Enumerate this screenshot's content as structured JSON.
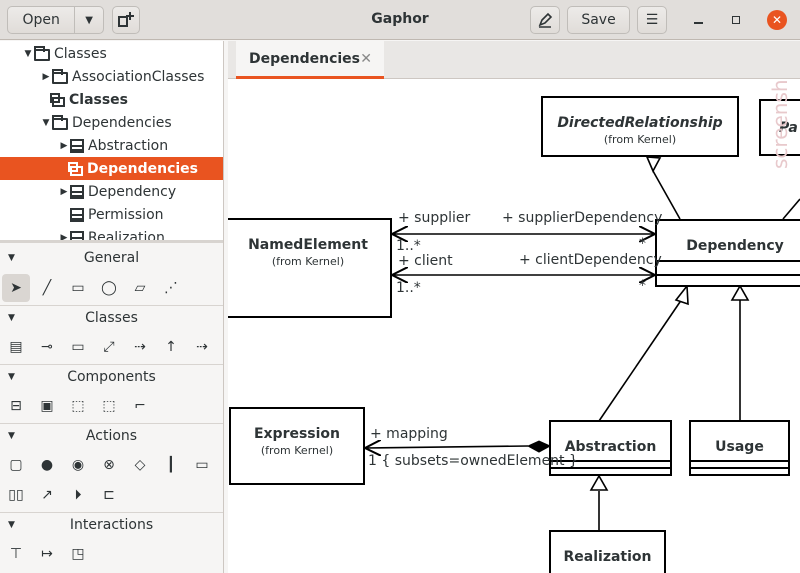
{
  "header": {
    "open_label": "Open",
    "title": "Gaphor",
    "save_label": "Save"
  },
  "tree": [
    {
      "label": "Classes",
      "icon": "folder",
      "arrow": "▼",
      "indent": 0,
      "bold": false,
      "selected": false
    },
    {
      "label": "AssociationClasses",
      "icon": "folder",
      "arrow": "▶",
      "indent": 1,
      "bold": false,
      "selected": false
    },
    {
      "label": "Classes",
      "icon": "package",
      "arrow": "",
      "indent": 1,
      "bold": true,
      "selected": false
    },
    {
      "label": "Dependencies",
      "icon": "folder",
      "arrow": "▼",
      "indent": 1,
      "bold": false,
      "selected": false
    },
    {
      "label": "Abstraction",
      "icon": "class",
      "arrow": "▶",
      "indent": 2,
      "bold": false,
      "selected": false
    },
    {
      "label": "Dependencies",
      "icon": "package",
      "arrow": "",
      "indent": 2,
      "bold": true,
      "selected": true
    },
    {
      "label": "Dependency",
      "icon": "class",
      "arrow": "▶",
      "indent": 2,
      "bold": false,
      "selected": false
    },
    {
      "label": "Permission",
      "icon": "class",
      "arrow": "",
      "indent": 2,
      "bold": false,
      "selected": false
    },
    {
      "label": "Realization",
      "icon": "class",
      "arrow": "▶",
      "indent": 2,
      "bold": false,
      "selected": false
    }
  ],
  "toolbox": {
    "sections": [
      {
        "label": "General",
        "tools": [
          "pointer-icon",
          "line-icon",
          "box-icon",
          "ellipse-icon",
          "comment-icon",
          "comment-line-icon"
        ]
      },
      {
        "label": "Classes",
        "tools": [
          "class-icon",
          "interface-icon",
          "package-icon",
          "association-icon",
          "dependency-icon",
          "generalization-icon",
          "implementation-icon"
        ]
      },
      {
        "label": "Components",
        "tools": [
          "component-icon",
          "artifact-icon",
          "node-icon",
          "device-icon",
          "connector-icon"
        ]
      },
      {
        "label": "Actions",
        "tools": [
          "action-icon",
          "initial-node-icon",
          "final-node-icon",
          "flow-final-icon",
          "decision-icon",
          "fork-icon",
          "object-node-icon",
          "partition-icon",
          "flow-icon",
          "send-signal-icon",
          "accept-event-icon"
        ]
      },
      {
        "label": "Interactions",
        "tools": [
          "lifeline-icon",
          "message-icon",
          "interaction-icon"
        ]
      }
    ]
  },
  "tab": {
    "label": "Dependencies"
  },
  "diagram": {
    "directed_relationship": {
      "name": "DirectedRelationship",
      "sub": "(from Kernel)"
    },
    "partial_box": {
      "name": "Pa"
    },
    "named_element": {
      "name": "NamedElement",
      "sub": "(from Kernel)"
    },
    "dependency": {
      "name": "Dependency"
    },
    "expression": {
      "name": "Expression",
      "sub": "(from Kernel)"
    },
    "abstraction": {
      "name": "Abstraction"
    },
    "usage": {
      "name": "Usage"
    },
    "realization": {
      "name": "Realization"
    },
    "labels": {
      "supplier": "+ supplier",
      "supplier_mult": "1..*",
      "supplier_dep": "+ supplierDependency",
      "supplier_dep_mult": "*",
      "client": "+ client",
      "client_mult": "1..*",
      "client_dep": "+ clientDependency",
      "client_dep_mult": "*",
      "mapping": "+ mapping",
      "mapping_mult": "1 { subsets=ownedElement }"
    },
    "watermark": "screenshots.debian.net"
  },
  "colors": {
    "accent": "#e95420",
    "header": "#e1dedb"
  }
}
